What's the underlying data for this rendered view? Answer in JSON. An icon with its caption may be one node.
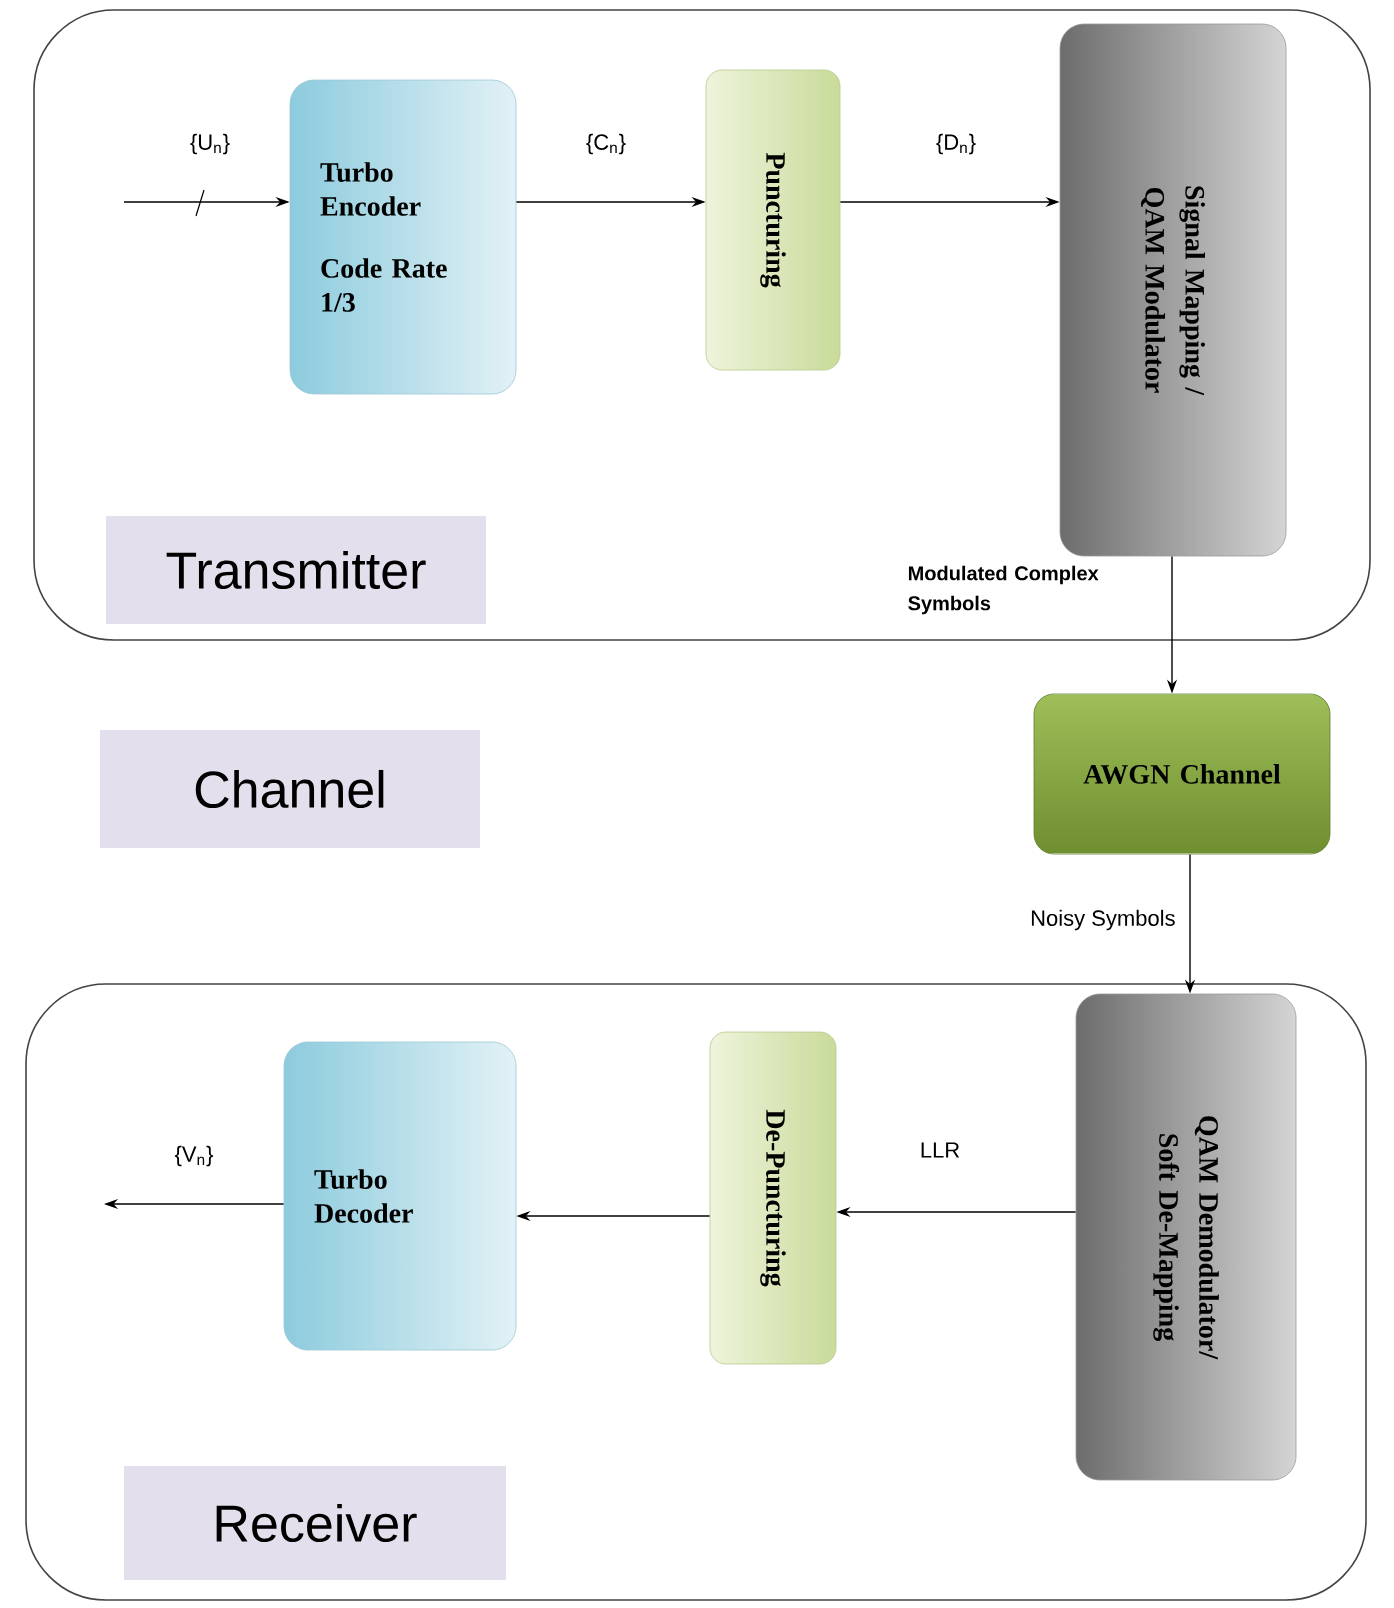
{
  "diagram": {
    "nodes": [
      {
        "text": [
          "Turbo Encoder",
          "Code Rate 1/3"
        ]
      },
      {
        "text": [
          "Puncturing"
        ]
      },
      {
        "text": [
          "Signal Mapping / QAM Modulator"
        ]
      },
      {
        "text": [
          "Transmitter"
        ]
      },
      {
        "text": [
          "Channel"
        ]
      },
      {
        "text": [
          "AWGN Channel"
        ]
      },
      {
        "text": [
          "QAM Demodulator/ Soft De-Mapping"
        ]
      },
      {
        "text": [
          "De-Puncturing"
        ]
      },
      {
        "text": [
          "Turbo Decoder"
        ]
      },
      {
        "text": [
          "Receiver"
        ]
      }
    ],
    "edges": [
      {
        "from": null,
        "to": 0,
        "arrow": "to",
        "label": "{U$_{n}$}"
      },
      {
        "from": 0,
        "to": 1,
        "arrow": "to",
        "label": "{C$_{n}$}"
      },
      {
        "from": 1,
        "to": 2,
        "arrow": "to",
        "label": "{D$_{n}$}"
      },
      {
        "from": 2,
        "to": 5,
        "arrow": "to",
        "label": "Modulated Complex Symbols"
      },
      {
        "from": 5,
        "to": 6,
        "arrow": "to",
        "label": "Noisy Symbols"
      },
      {
        "from": 6,
        "to": 7,
        "arrow": "to",
        "label": "LLR"
      },
      {
        "from": 7,
        "to": 8,
        "arrow": "to"
      },
      {
        "from": 8,
        "to": null,
        "arrow": "to",
        "label": "{V$_{n}$}"
      }
    ]
  }
}
